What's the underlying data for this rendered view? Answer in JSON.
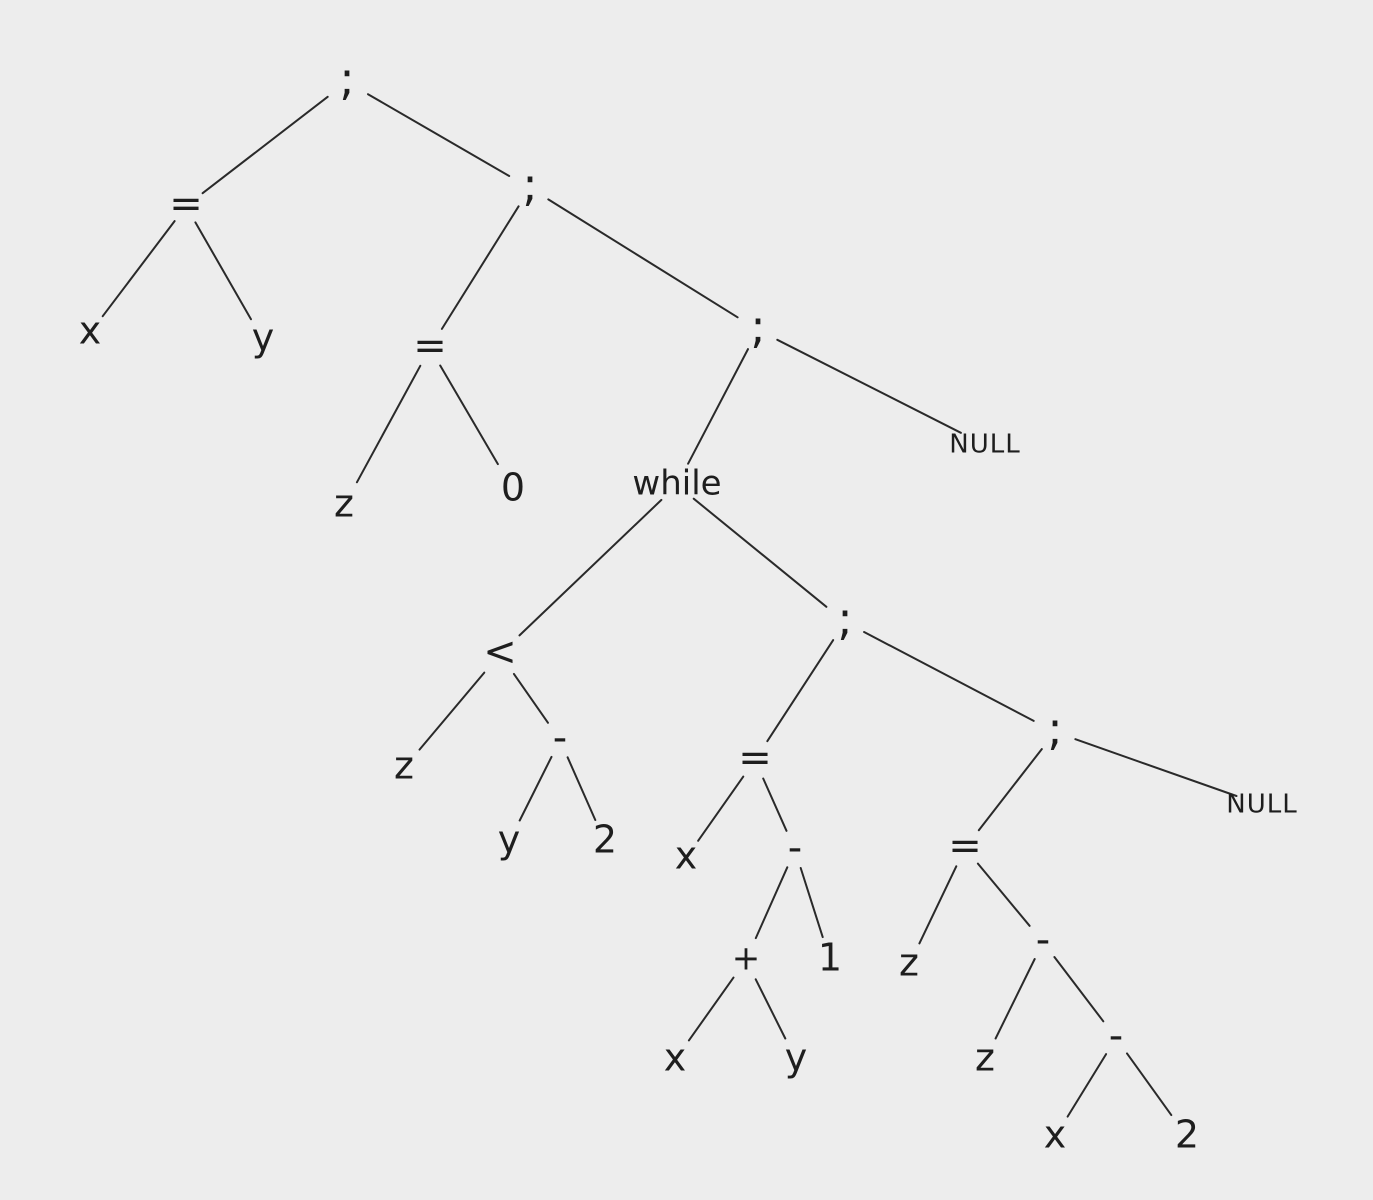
{
  "tree": {
    "nodes": [
      {
        "id": "n1",
        "label": ";"
      },
      {
        "id": "n2",
        "label": "="
      },
      {
        "id": "n3",
        "label": "x"
      },
      {
        "id": "n4",
        "label": "y"
      },
      {
        "id": "n5",
        "label": ";"
      },
      {
        "id": "n6",
        "label": "="
      },
      {
        "id": "n7",
        "label": "z"
      },
      {
        "id": "n8",
        "label": "0"
      },
      {
        "id": "n9",
        "label": ";"
      },
      {
        "id": "n10",
        "label": "while"
      },
      {
        "id": "n11",
        "label": "NULL"
      },
      {
        "id": "n12",
        "label": "<"
      },
      {
        "id": "n13",
        "label": "z"
      },
      {
        "id": "n14",
        "label": "-"
      },
      {
        "id": "n15",
        "label": "y"
      },
      {
        "id": "n16",
        "label": "2"
      },
      {
        "id": "n17",
        "label": ";"
      },
      {
        "id": "n18",
        "label": "="
      },
      {
        "id": "n19",
        "label": "x"
      },
      {
        "id": "n20",
        "label": "-"
      },
      {
        "id": "n21",
        "label": "+"
      },
      {
        "id": "n22",
        "label": "x"
      },
      {
        "id": "n23",
        "label": "y"
      },
      {
        "id": "n24",
        "label": "1"
      },
      {
        "id": "n25",
        "label": ";"
      },
      {
        "id": "n26",
        "label": "="
      },
      {
        "id": "n27",
        "label": "z"
      },
      {
        "id": "n28",
        "label": "-"
      },
      {
        "id": "n29",
        "label": "z"
      },
      {
        "id": "n30",
        "label": "-"
      },
      {
        "id": "n31",
        "label": "x"
      },
      {
        "id": "n32",
        "label": "2"
      },
      {
        "id": "n33",
        "label": "NULL"
      }
    ],
    "edges": [
      [
        "n1",
        "n2"
      ],
      [
        "n1",
        "n5"
      ],
      [
        "n2",
        "n3"
      ],
      [
        "n2",
        "n4"
      ],
      [
        "n5",
        "n6"
      ],
      [
        "n5",
        "n9"
      ],
      [
        "n6",
        "n7"
      ],
      [
        "n6",
        "n8"
      ],
      [
        "n9",
        "n10"
      ],
      [
        "n9",
        "n11"
      ],
      [
        "n10",
        "n12"
      ],
      [
        "n10",
        "n17"
      ],
      [
        "n12",
        "n13"
      ],
      [
        "n12",
        "n14"
      ],
      [
        "n14",
        "n15"
      ],
      [
        "n14",
        "n16"
      ],
      [
        "n17",
        "n18"
      ],
      [
        "n17",
        "n25"
      ],
      [
        "n18",
        "n19"
      ],
      [
        "n18",
        "n20"
      ],
      [
        "n20",
        "n21"
      ],
      [
        "n20",
        "n24"
      ],
      [
        "n21",
        "n22"
      ],
      [
        "n21",
        "n23"
      ],
      [
        "n25",
        "n26"
      ],
      [
        "n25",
        "n33"
      ],
      [
        "n26",
        "n27"
      ],
      [
        "n26",
        "n28"
      ],
      [
        "n28",
        "n29"
      ],
      [
        "n28",
        "n30"
      ],
      [
        "n30",
        "n31"
      ],
      [
        "n30",
        "n32"
      ]
    ]
  }
}
